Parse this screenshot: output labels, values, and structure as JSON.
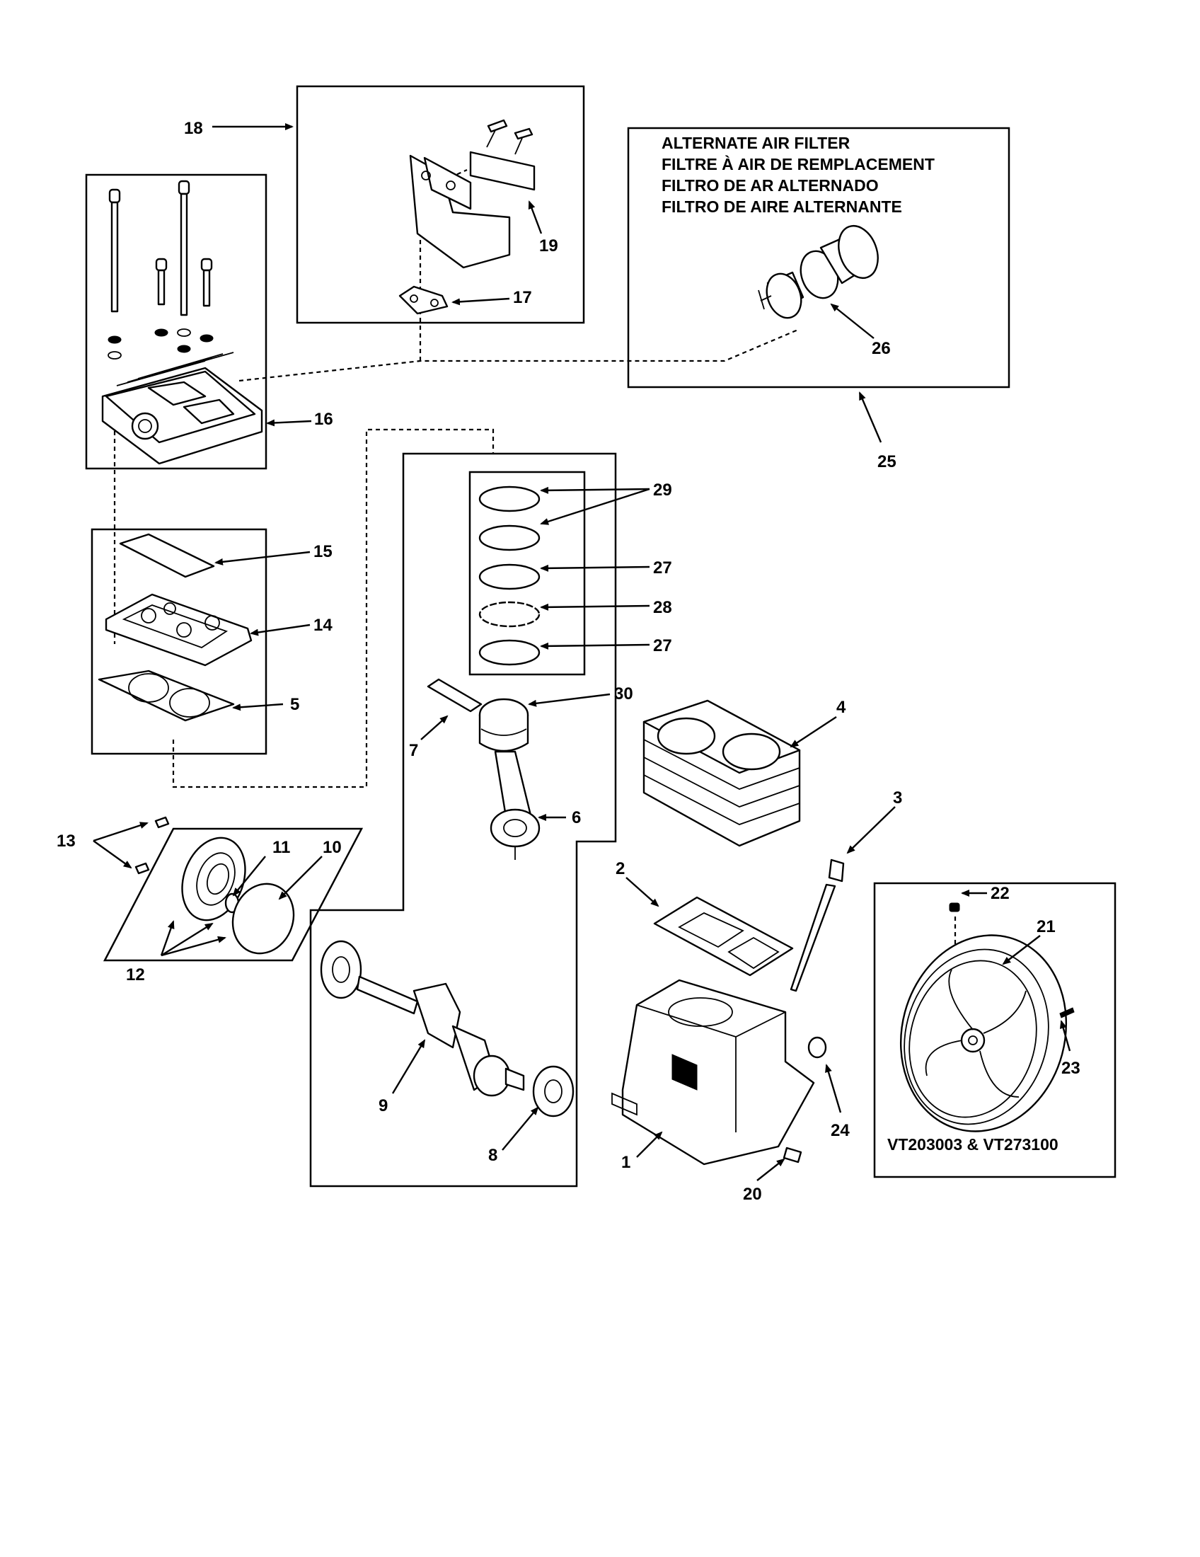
{
  "filter_titles": [
    "ALTERNATE AIR FILTER",
    "FILTRE À AIR DE REMPLACEMENT",
    "FILTRO DE AR ALTERNADO",
    "FILTRO DE AIRE ALTERNANTE"
  ],
  "model_label": "VT203003 & VT273100",
  "part_numbers": {
    "1": "1",
    "2": "2",
    "3": "3",
    "4": "4",
    "5": "5",
    "6": "6",
    "7": "7",
    "8": "8",
    "9": "9",
    "10": "10",
    "11": "11",
    "12": "12",
    "13": "13",
    "14": "14",
    "15": "15",
    "16": "16",
    "17": "17",
    "18": "18",
    "19": "19",
    "20": "20",
    "21": "21",
    "22": "22",
    "23": "23",
    "24": "24",
    "25": "25",
    "26": "26",
    "27": "27",
    "28": "28",
    "29": "29",
    "30": "30"
  }
}
